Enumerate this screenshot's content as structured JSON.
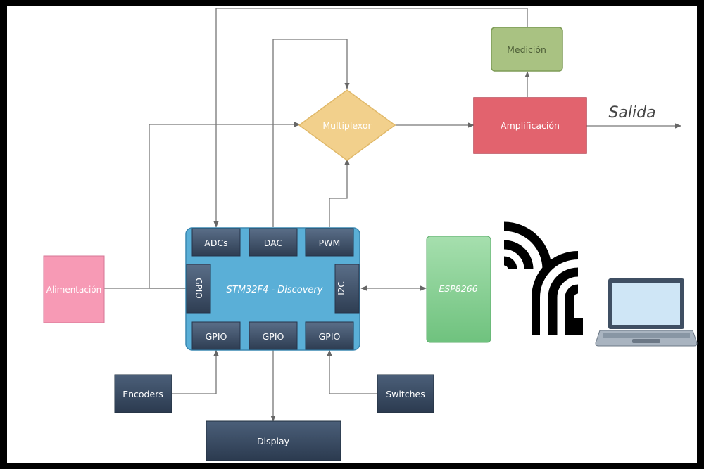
{
  "diagram": {
    "mcu": {
      "label": "STM32F4 - Discovery",
      "ports": {
        "adcs": "ADCs",
        "dac": "DAC",
        "pwm": "PWM",
        "gpio_left": "GPIO",
        "i2c": "I2C",
        "gpio_bottom_1": "GPIO",
        "gpio_bottom_2": "GPIO",
        "gpio_bottom_3": "GPIO"
      }
    },
    "multiplexor": "Multiplexor",
    "amplificacion": "Amplificación",
    "medicion": "Medición",
    "salida": "Salida",
    "alimentacion": "Alimentación",
    "esp": "ESP8266",
    "encoders": "Encoders",
    "switches": "Switches",
    "display": "Display",
    "icons": [
      "wifi-signal-icon",
      "laptop-icon"
    ],
    "colors": {
      "mcu": "#5AAFD7",
      "port": "#3E5068",
      "multiplexor": "#F2D08C",
      "amplificacion": "#E2636E",
      "medicion": "#A9C282",
      "alimentacion": "#F79AB5",
      "esp": "#8ED39A",
      "peripheral": "#34475F"
    }
  }
}
